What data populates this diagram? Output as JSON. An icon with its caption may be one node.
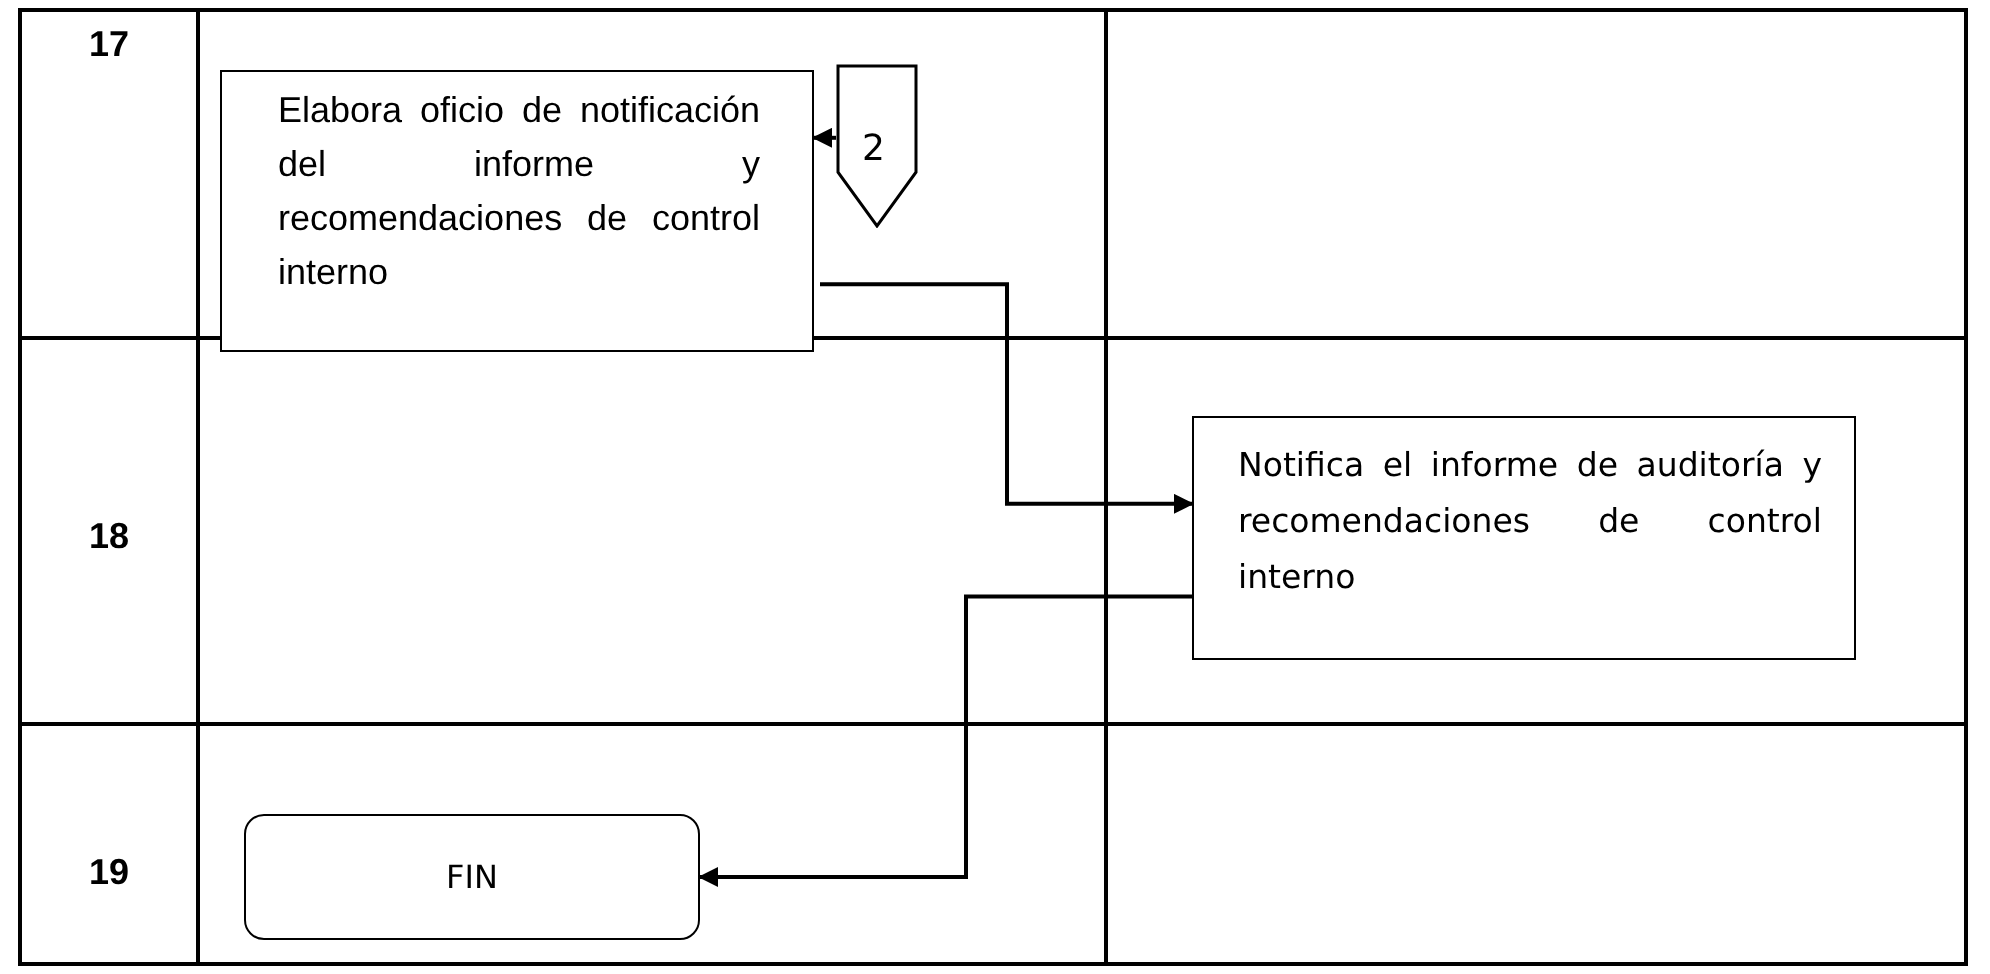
{
  "diagram": {
    "nodes": [
      {
        "text": [
          "Elabora oficio de notificación del informe y recomendaciones de control interno"
        ]
      },
      {
        "text": [
          "2"
        ]
      },
      {
        "text": [
          "Notifica el informe de auditoría y recomendaciones de control interno"
        ]
      },
      {
        "text": [
          "FIN"
        ]
      }
    ],
    "edges": [
      {
        "from": 1,
        "to": 0,
        "arrow": "to"
      },
      {
        "from": 0,
        "to": 2,
        "arrow": "to"
      },
      {
        "from": 2,
        "to": 3,
        "arrow": "to"
      }
    ],
    "labels": [
      "17",
      "18",
      "19"
    ]
  }
}
